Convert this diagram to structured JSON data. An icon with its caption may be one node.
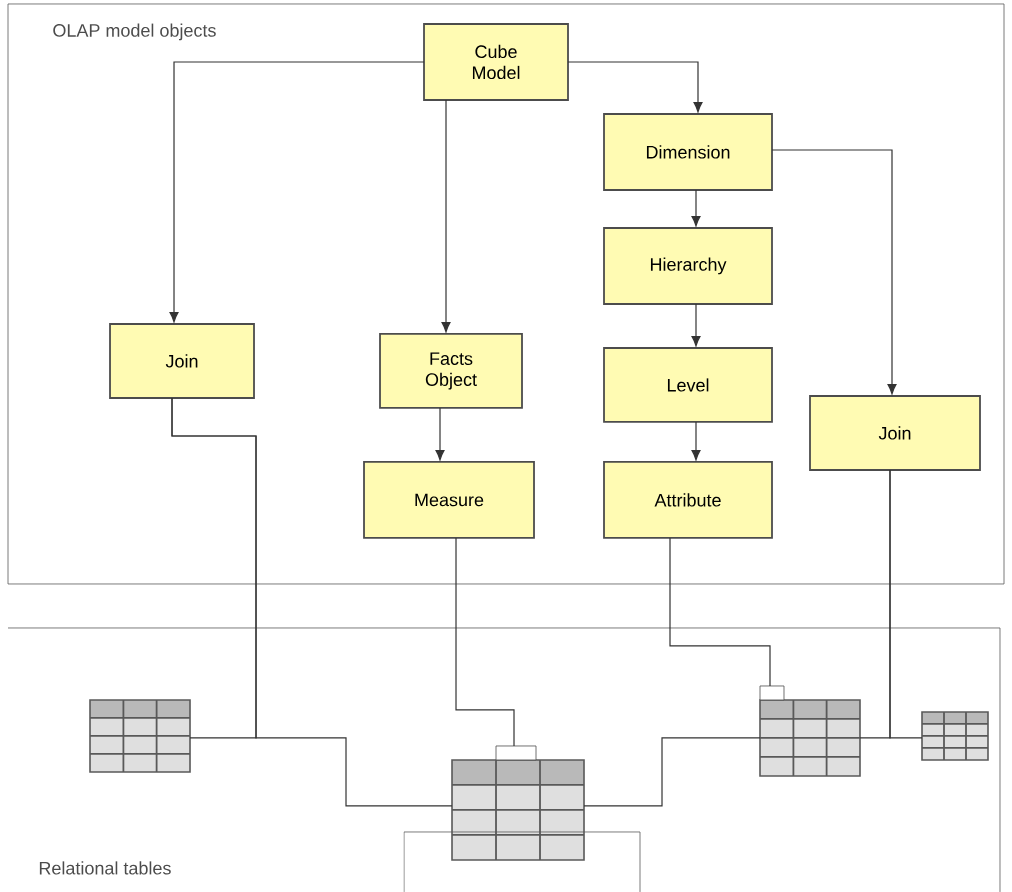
{
  "diagram": {
    "nodes": [
      {
        "text": [
          "OLAP model objects"
        ]
      },
      {
        "text": [
          "Cube Model"
        ],
        "in": 0
      },
      {
        "text": [
          "Dimension"
        ],
        "in": 0
      },
      {
        "text": [
          "Hierarchy"
        ],
        "in": 0
      },
      {
        "text": [
          "Join"
        ],
        "in": 0
      },
      {
        "text": [
          "Facts Object"
        ],
        "in": 0
      },
      {
        "text": [
          "Level"
        ],
        "in": 0
      },
      {
        "text": [
          "Join"
        ],
        "in": 0
      },
      {
        "text": [
          "Measure"
        ],
        "in": 0
      },
      {
        "text": [
          "Attribute"
        ],
        "in": 0
      },
      {
        "text": [
          "Relational tables"
        ]
      },
      {
        "text": [],
        "shape": "table",
        "in": 10
      },
      {
        "text": [],
        "shape": "table",
        "in": 10
      },
      {
        "text": [],
        "shape": "table",
        "in": 10
      },
      {
        "text": [],
        "shape": "table",
        "in": 10
      }
    ],
    "edges": [
      {
        "from": 1,
        "to": 4,
        "arrow": "to"
      },
      {
        "from": 1,
        "to": 5,
        "arrow": "to"
      },
      {
        "from": 1,
        "to": 2,
        "arrow": "to"
      },
      {
        "from": 2,
        "to": 3,
        "arrow": "to"
      },
      {
        "from": 2,
        "to": 7,
        "arrow": "to"
      },
      {
        "from": 3,
        "to": 6,
        "arrow": "to"
      },
      {
        "from": 5,
        "to": 8,
        "arrow": "to"
      },
      {
        "from": 6,
        "to": 9,
        "arrow": "to"
      },
      {
        "from": 4,
        "to": 11,
        "arrow": "none"
      },
      {
        "from": 4,
        "to": 12,
        "arrow": "none"
      },
      {
        "from": 8,
        "to": 12,
        "arrow": "none"
      },
      {
        "from": 9,
        "to": 13,
        "arrow": "none"
      },
      {
        "from": 7,
        "to": 13,
        "arrow": "none"
      },
      {
        "from": 7,
        "to": 14,
        "arrow": "none"
      },
      {
        "from": 12,
        "to": 13,
        "arrow": "none"
      }
    ]
  }
}
